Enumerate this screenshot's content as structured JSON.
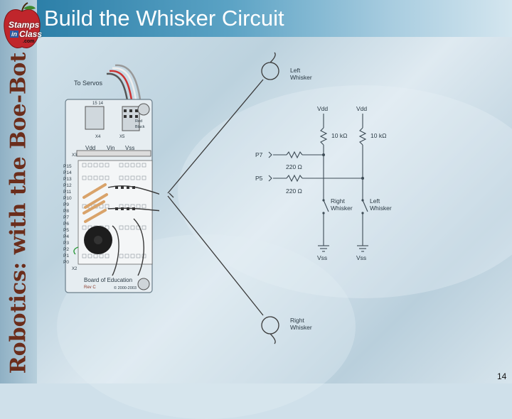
{
  "slide": {
    "title": "Build the Whisker Circuit",
    "side_title": "Robotics: with the Boe-Bot",
    "page_number": "14"
  },
  "logo": {
    "line1": "Stamps",
    "line2a": "in",
    "line2b": "Class",
    "line3": ".com"
  },
  "board": {
    "to_servos": "To Servos",
    "header_15_14": "15  14",
    "vdd": "Vdd",
    "vin": "Vin",
    "vss": "Vss",
    "x4": "X4",
    "x5": "X5",
    "red": "Red",
    "black": "Black",
    "x3": "X3",
    "x2": "X2",
    "pins": [
      "P15",
      "P14",
      "P13",
      "P12",
      "P11",
      "P10",
      "P9",
      "P8",
      "P7",
      "P6",
      "P5",
      "P4",
      "P3",
      "P2",
      "P1",
      "P0"
    ],
    "board_name": "Board of Education",
    "rev": "Rev C",
    "copyright": "© 2000-2003"
  },
  "schematic": {
    "vdd_left": "Vdd",
    "vdd_right": "Vdd",
    "res_left": "10 kΩ",
    "res_right": "10 kΩ",
    "p7": "P7",
    "p5": "P5",
    "r220_top": "220 Ω",
    "r220_bottom": "220 Ω",
    "right_whisker_switch": "Right\nWhisker",
    "left_whisker_switch": "Left\nWhisker",
    "vss_left": "Vss",
    "vss_right": "Vss",
    "left_whisker": "Left\nWhisker",
    "right_whisker": "Right\nWhisker"
  },
  "colors": {
    "title_bar": "#2c7fa8",
    "side_title": "#6b2d1b",
    "logo_apple": "#c0262c"
  }
}
